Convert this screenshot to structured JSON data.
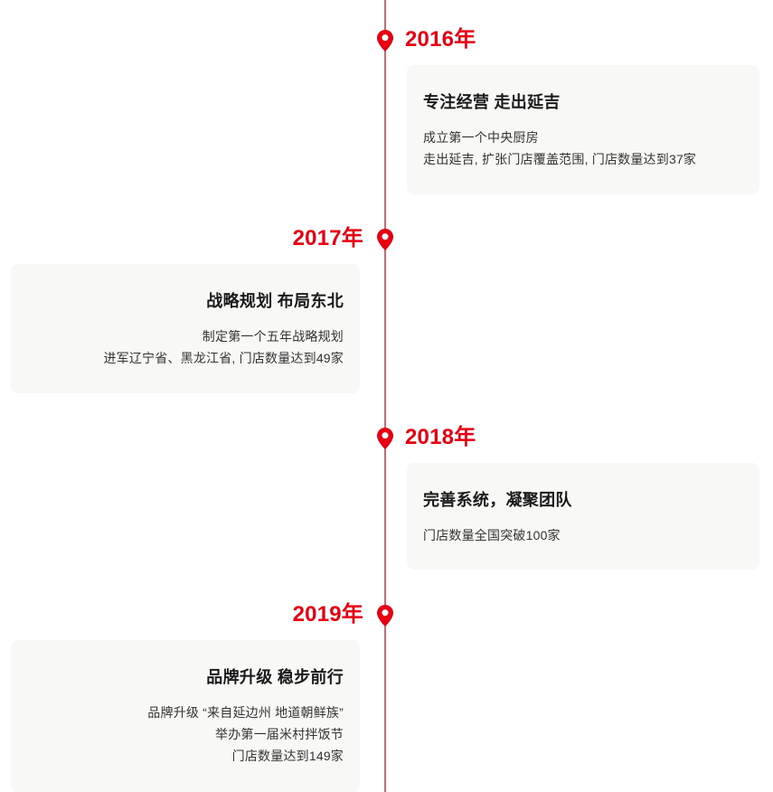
{
  "theme": {
    "accent_red": "#e60012",
    "axis_red": "#d9636b",
    "card_bg": "#f8f8f7",
    "title_color": "#1a1a1a",
    "body_color": "#333333"
  },
  "timeline": {
    "entries": [
      {
        "year": "2016年",
        "side": "right",
        "marker_icon": "map-pin-icon",
        "title": "专注经营 走出延吉",
        "lines": [
          "成立第一个中央厨房",
          "走出延吉, 扩张门店覆盖范围, 门店数量达到37家"
        ]
      },
      {
        "year": "2017年",
        "side": "left",
        "marker_icon": "map-pin-icon",
        "title": "战略规划 布局东北",
        "lines": [
          "制定第一个五年战略规划",
          "进军辽宁省、黑龙江省, 门店数量达到49家"
        ]
      },
      {
        "year": "2018年",
        "side": "right",
        "marker_icon": "map-pin-icon",
        "title": "完善系统，凝聚团队",
        "lines": [
          "门店数量全国突破100家"
        ]
      },
      {
        "year": "2019年",
        "side": "left",
        "marker_icon": "map-pin-icon",
        "title": "品牌升级 稳步前行",
        "lines": [
          "品牌升级 “来自延边州 地道朝鲜族”",
          "举办第一届米村拌饭节",
          "门店数量达到149家"
        ]
      }
    ]
  }
}
